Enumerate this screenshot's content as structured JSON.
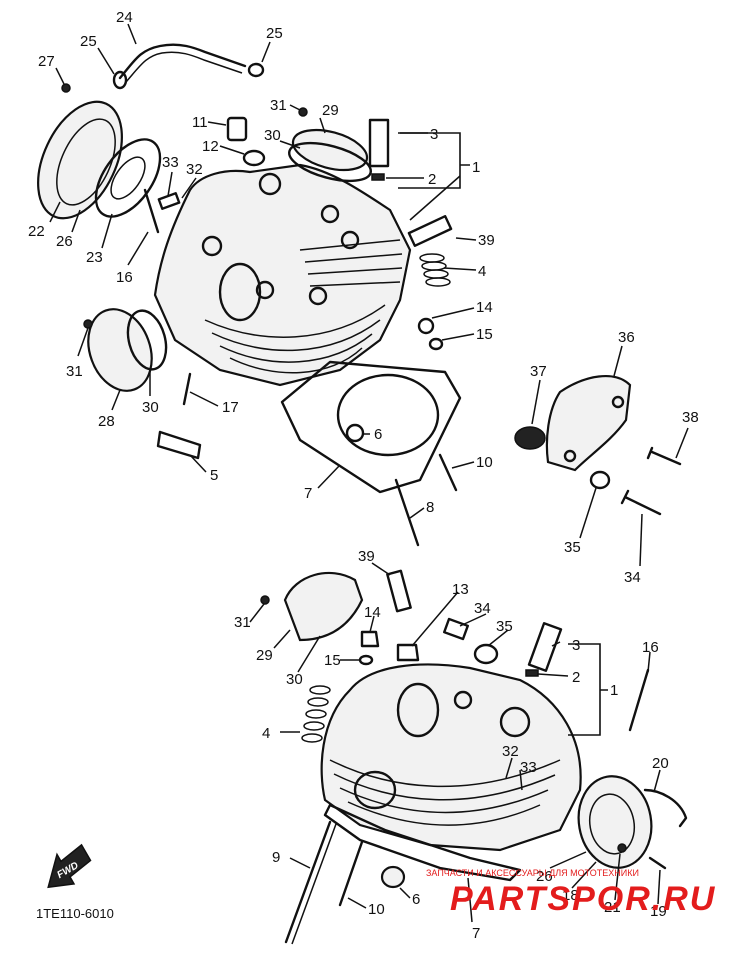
{
  "diagram": {
    "code": "1TE110-6010",
    "fwd_label": "FWD",
    "watermark": {
      "brand": "PARTSPOR.RU",
      "tagline": "ЗАПЧАСТИ И АКСЕССУАРЫ ДЛЯ МОТОТЕХНИКИ"
    }
  },
  "callouts": [
    {
      "n": "24"
    },
    {
      "n": "25"
    },
    {
      "n": "25"
    },
    {
      "n": "27"
    },
    {
      "n": "31"
    },
    {
      "n": "29"
    },
    {
      "n": "3"
    },
    {
      "n": "11"
    },
    {
      "n": "30"
    },
    {
      "n": "12"
    },
    {
      "n": "2"
    },
    {
      "n": "1"
    },
    {
      "n": "33"
    },
    {
      "n": "32"
    },
    {
      "n": "22"
    },
    {
      "n": "26"
    },
    {
      "n": "23"
    },
    {
      "n": "16"
    },
    {
      "n": "39"
    },
    {
      "n": "4"
    },
    {
      "n": "14"
    },
    {
      "n": "15"
    },
    {
      "n": "36"
    },
    {
      "n": "31"
    },
    {
      "n": "37"
    },
    {
      "n": "30"
    },
    {
      "n": "17"
    },
    {
      "n": "28"
    },
    {
      "n": "38"
    },
    {
      "n": "6"
    },
    {
      "n": "10"
    },
    {
      "n": "5"
    },
    {
      "n": "7"
    },
    {
      "n": "35"
    },
    {
      "n": "8"
    },
    {
      "n": "34"
    },
    {
      "n": "39"
    },
    {
      "n": "13"
    },
    {
      "n": "31"
    },
    {
      "n": "14"
    },
    {
      "n": "34"
    },
    {
      "n": "35"
    },
    {
      "n": "29"
    },
    {
      "n": "3"
    },
    {
      "n": "16"
    },
    {
      "n": "30"
    },
    {
      "n": "15"
    },
    {
      "n": "2"
    },
    {
      "n": "1"
    },
    {
      "n": "4"
    },
    {
      "n": "32"
    },
    {
      "n": "33"
    },
    {
      "n": "20"
    },
    {
      "n": "9"
    },
    {
      "n": "26"
    },
    {
      "n": "18"
    },
    {
      "n": "10"
    },
    {
      "n": "6"
    },
    {
      "n": "21"
    },
    {
      "n": "19"
    },
    {
      "n": "7"
    }
  ]
}
